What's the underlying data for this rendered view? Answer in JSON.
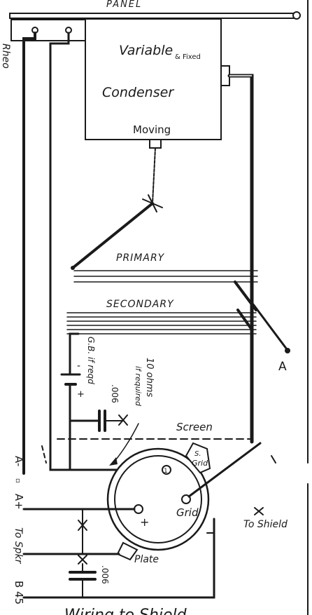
{
  "labels": {
    "panel": "PANEL",
    "rheo": "Rheo",
    "variable": "Variable",
    "and_fixed": "& Fixed",
    "condenser": "Condenser",
    "moving": "Moving",
    "primary": "PRIMARY",
    "secondary": "SECONDARY",
    "terminal_a_right": "A",
    "gb_if_reqd": "G.B. if reqd",
    "minus": "-",
    "plus": "+",
    "ohms_note_1": "10 ohms",
    "ohms_note_2": "if required",
    "cap_006_upper": ".006",
    "screen": "Screen",
    "s_grid_1": "S.",
    "s_grid_2": "Grid",
    "one": "1",
    "grid": "Grid",
    "valve_plus": "+",
    "plate": "Plate",
    "to_shield": "To Shield",
    "a_minus": "A-",
    "a_plus": "A+",
    "to_spkr": "To Spkr",
    "b45": "B 45",
    "cap_006_lower": ".006",
    "bottom_caption": "Wiring to Shield"
  }
}
